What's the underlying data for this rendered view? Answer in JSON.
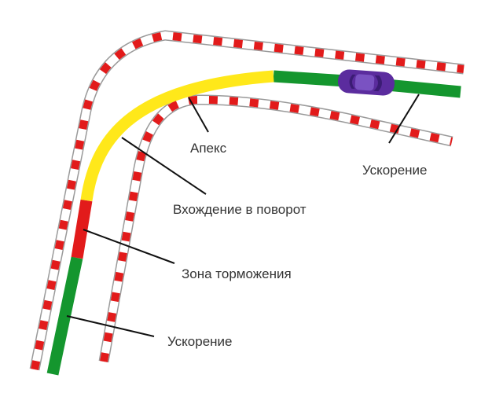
{
  "labels": {
    "apex": "Апекс",
    "acceleration_top": "Ускорение",
    "turn_entry": "Вхождение в поворот",
    "braking_zone": "Зона торможения",
    "acceleration_bottom": "Ускорение"
  },
  "colors": {
    "acceleration": "#14962e",
    "turn": "#ffe81a",
    "braking": "#e21b1b",
    "curb_stripe": "#e21b1b",
    "car": "#5b2c9e",
    "leader": "#111111"
  },
  "icons": {
    "car": "car-icon"
  }
}
